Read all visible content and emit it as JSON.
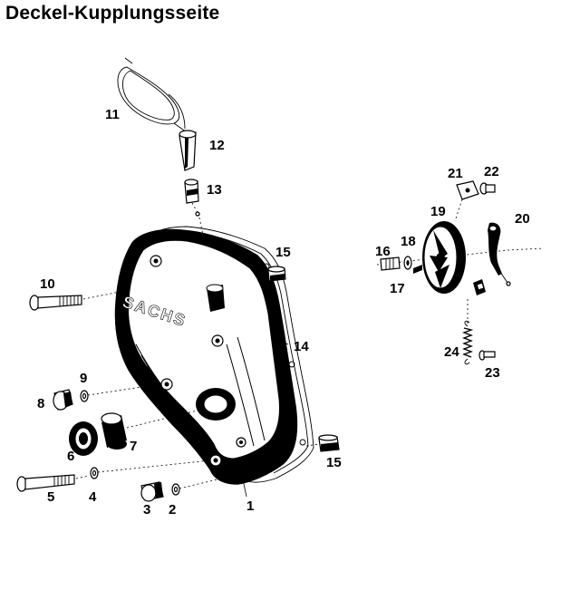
{
  "header": {
    "title": "Deckel-Kupplungsseite"
  },
  "cover_lettering": "SACHS",
  "callouts": [
    "1",
    "2",
    "3",
    "4",
    "5",
    "6",
    "7",
    "8",
    "9",
    "10",
    "11",
    "12",
    "13",
    "14",
    "15",
    "15",
    "16",
    "17",
    "18",
    "19",
    "20",
    "21",
    "22",
    "23",
    "24"
  ]
}
